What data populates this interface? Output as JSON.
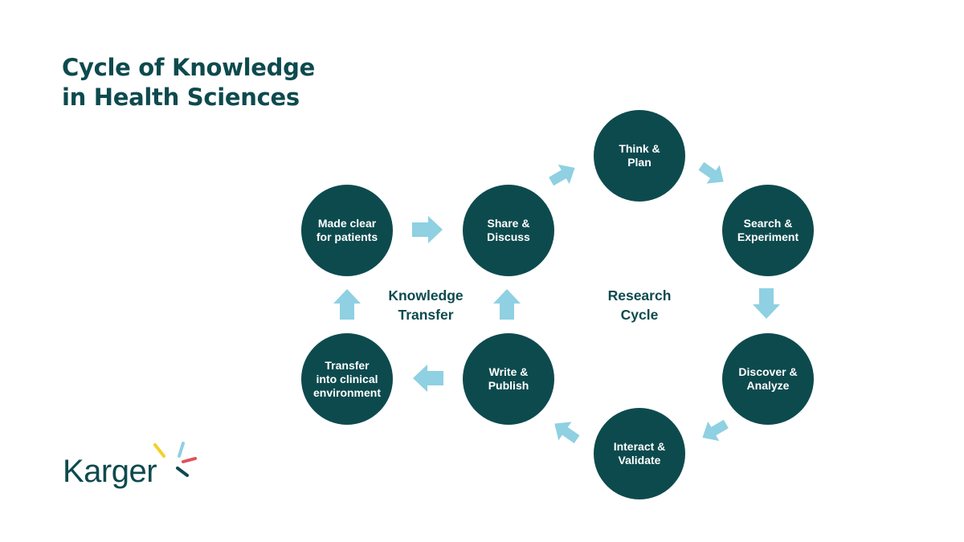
{
  "title": {
    "line1": "Cycle of Knowledge",
    "line2": "in Health Sciences"
  },
  "nodes": {
    "think_plan": [
      "Think &",
      "Plan"
    ],
    "search_experiment": [
      "Search &",
      "Experiment"
    ],
    "discover_analyze": [
      "Discover &",
      "Analyze"
    ],
    "interact_validate": [
      "Interact &",
      "Validate"
    ],
    "write_publish": [
      "Write &",
      "Publish"
    ],
    "share_discuss": [
      "Share &",
      "Discuss"
    ],
    "made_clear": [
      "Made clear",
      "for patients"
    ],
    "transfer_clinical": [
      "Transfer",
      "into clinical",
      "environment"
    ]
  },
  "labels": {
    "knowledge_transfer": [
      "Knowledge",
      "Transfer"
    ],
    "research_cycle": [
      "Research",
      "Cycle"
    ]
  },
  "logo": {
    "text": "Karger"
  },
  "colors": {
    "node_fill": "#0d4a4e",
    "node_text": "#ffffff",
    "arrow": "#8fd0e2",
    "title": "#0d4a4e",
    "logo_yellow": "#f1d22b",
    "logo_cyan": "#8fd0e2",
    "logo_red": "#e0505a",
    "logo_teal": "#0d4a4e"
  }
}
